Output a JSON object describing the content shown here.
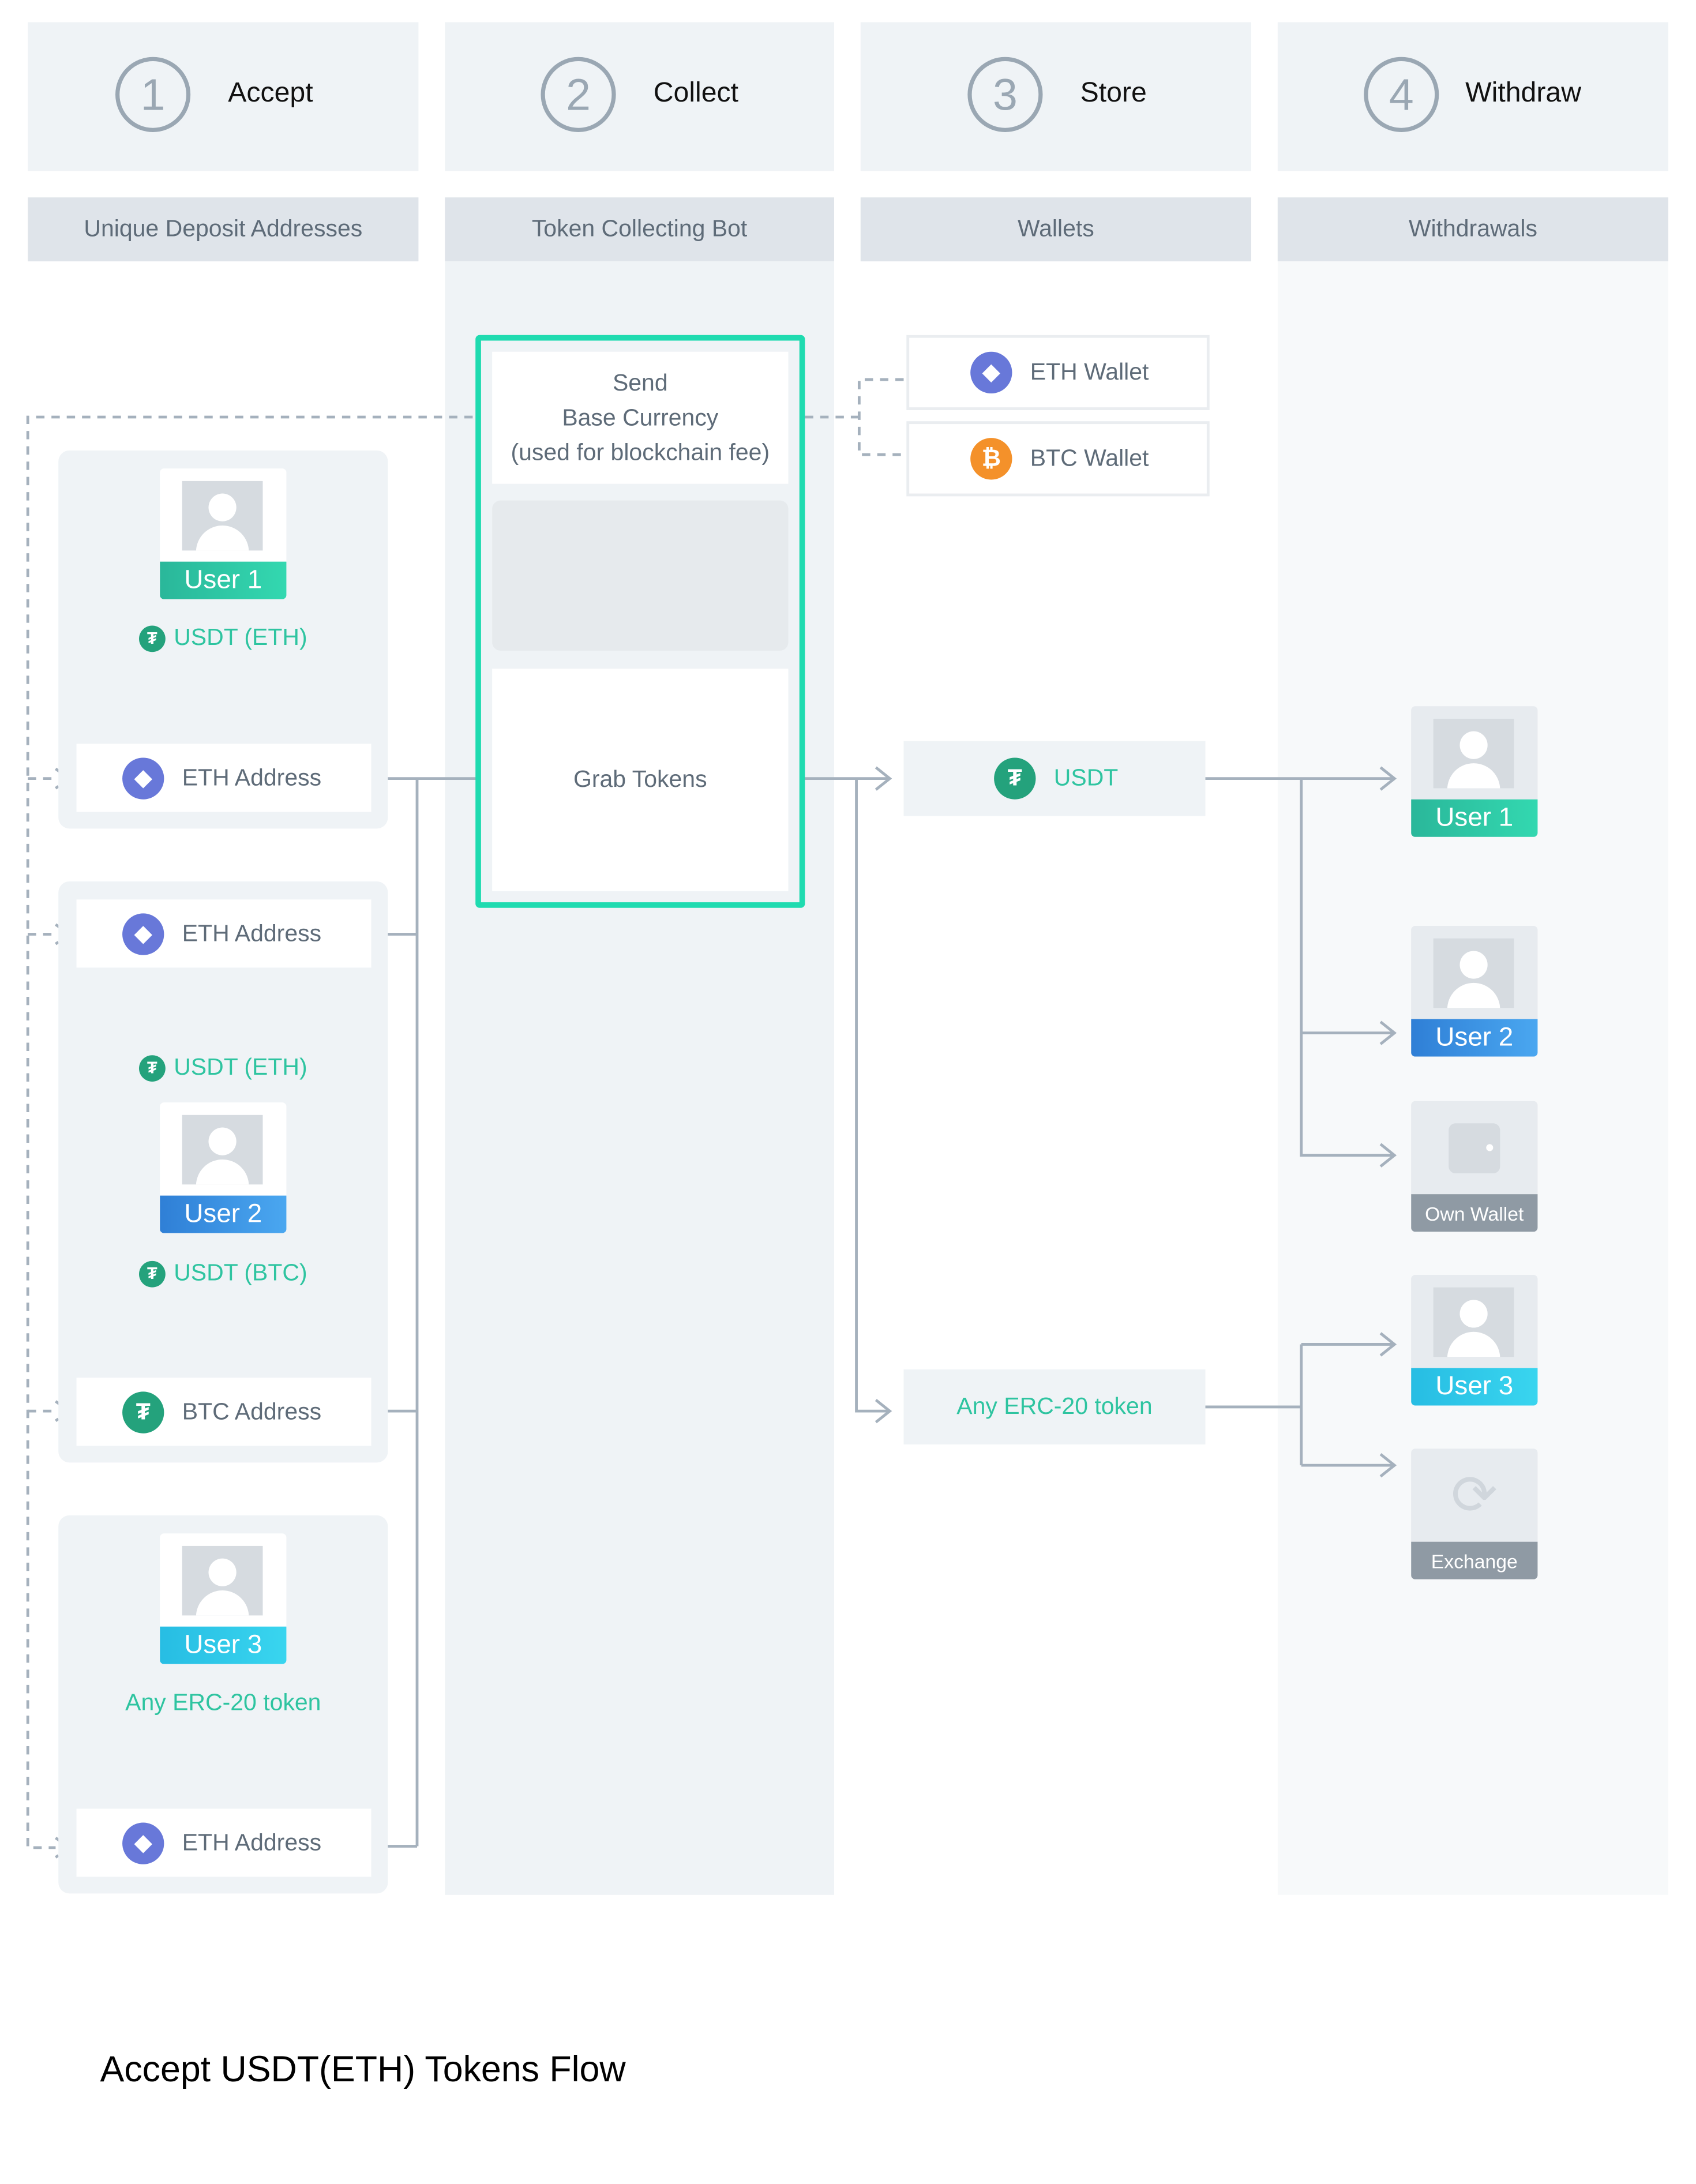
{
  "columns": [
    {
      "number": "1",
      "title": "Accept",
      "subtitle": "Unique Deposit Addresses"
    },
    {
      "number": "2",
      "title": "Collect",
      "subtitle": "Token Collecting Bot"
    },
    {
      "number": "3",
      "title": "Store",
      "subtitle": "Wallets"
    },
    {
      "number": "4",
      "title": "Withdraw",
      "subtitle": "Withdrawals"
    }
  ],
  "accept": {
    "user1": {
      "name": "User 1",
      "token": "USDT (ETH)",
      "address": "ETH Address",
      "color": "#2ec4a0"
    },
    "user2": {
      "name": "User 2",
      "token_eth": "USDT (ETH)",
      "token_btc": "USDT (BTC)",
      "address_eth": "ETH Address",
      "address_btc": "BTC Address",
      "color": "#3b8fe3"
    },
    "user3": {
      "name": "User 3",
      "token": "Any ERC-20 token",
      "address": "ETH Address",
      "color": "#2dc7ea"
    }
  },
  "collect": {
    "send_line1": "Send",
    "send_line2": "Base Currency",
    "send_line3": "(used for blockchain fee)",
    "grab": "Grab Tokens",
    "highlight_color": "#1fdbb0"
  },
  "store": {
    "eth_wallet": "ETH Wallet",
    "btc_wallet": "BTC Wallet",
    "usdt": "USDT",
    "erc20": "Any ERC-20 token"
  },
  "withdraw": {
    "user1": "User 1",
    "user2": "User 2",
    "own_wallet": "Own Wallet",
    "user3": "User 3",
    "exchange": "Exchange"
  },
  "icons": {
    "eth": "ethereum-icon",
    "btc": "bitcoin-icon",
    "usdt": "tether-icon",
    "user": "user-avatar-icon",
    "wallet": "wallet-icon",
    "exchange": "refresh-icon"
  },
  "caption": "Accept USDT(ETH) Tokens Flow"
}
